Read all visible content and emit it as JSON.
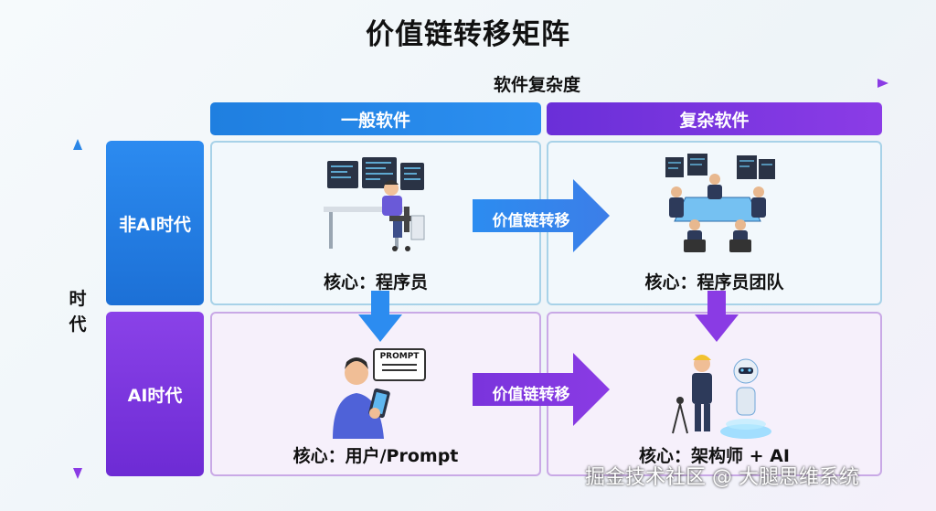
{
  "title": "价值链转移矩阵",
  "x_axis": {
    "label": "软件复杂度"
  },
  "y_axis": {
    "label": "时代"
  },
  "columns": [
    {
      "label": "一般软件",
      "color": "#1f7fe0"
    },
    {
      "label": "复杂软件",
      "color": "#7a36de"
    }
  ],
  "rows": [
    {
      "label": "非AI时代",
      "color": "#2080e6"
    },
    {
      "label": "AI时代",
      "color": "#7d36de"
    }
  ],
  "cells": {
    "r1c1": {
      "caption": "核心：程序员",
      "icon": "programmer-at-desk-icon"
    },
    "r1c2": {
      "caption": "核心：程序员团队",
      "icon": "team-meeting-icon"
    },
    "r2c1": {
      "caption": "核心：用户/Prompt",
      "icon": "user-with-tablet-icon",
      "bubble": "PROMPT"
    },
    "r2c2": {
      "caption": "核心：架构师 + AI",
      "icon": "architect-with-robot-icon"
    }
  },
  "arrows": {
    "top": "价值链转移",
    "bottom": "价值链转移"
  },
  "watermark": "掘金技术社区 @ 大腿思维系统"
}
